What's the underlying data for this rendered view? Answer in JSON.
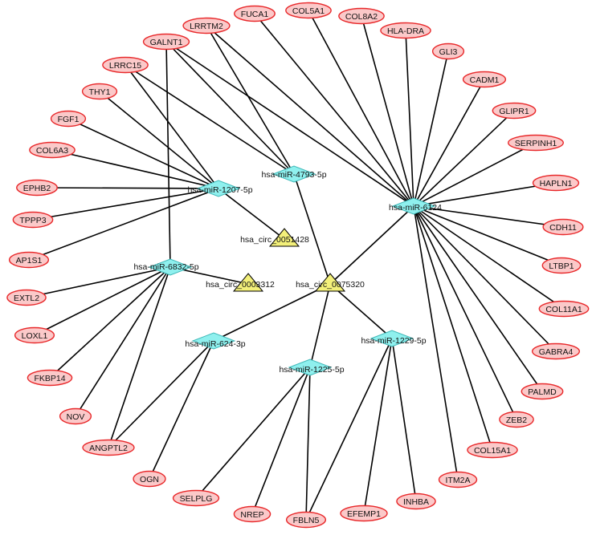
{
  "colors": {
    "gene_fill": "#fbc9c9",
    "gene_stroke": "#e8282a",
    "mirna_fill": "#8ff0ee",
    "mirna_stroke": "#3fb8b8",
    "circ_fill": "#f3f07a",
    "circ_stroke": "#000000",
    "edge": "#000000"
  },
  "node_shapes": {
    "gene": "ellipse",
    "mirna": "diamond",
    "circrna": "triangle"
  },
  "nodes": [
    {
      "id": "c75320",
      "type": "circrna",
      "label": "hsa_circ_0075320"
    },
    {
      "id": "c51428",
      "type": "circrna",
      "label": "hsa_circ_0051428"
    },
    {
      "id": "c03312",
      "type": "circrna",
      "label": "hsa_circ_0003312"
    },
    {
      "id": "m4793",
      "type": "mirna",
      "label": "hsa-miR-4793-5p"
    },
    {
      "id": "m1207",
      "type": "mirna",
      "label": "hsa-miR-1207-5p"
    },
    {
      "id": "m6124",
      "type": "mirna",
      "label": "hsa-miR-6124"
    },
    {
      "id": "m6832",
      "type": "mirna",
      "label": "hsa-miR-6832-5p"
    },
    {
      "id": "m624",
      "type": "mirna",
      "label": "hsa-miR-624-3p"
    },
    {
      "id": "m1225",
      "type": "mirna",
      "label": "hsa-miR-1225-5p"
    },
    {
      "id": "m1229",
      "type": "mirna",
      "label": "hsa-miR-1229-5p"
    },
    {
      "id": "FUCA1",
      "type": "gene",
      "label": "FUCA1"
    },
    {
      "id": "COL5A1",
      "type": "gene",
      "label": "COL5A1"
    },
    {
      "id": "COL8A2",
      "type": "gene",
      "label": "COL8A2"
    },
    {
      "id": "HLADRA",
      "type": "gene",
      "label": "HLA-DRA"
    },
    {
      "id": "GLI3",
      "type": "gene",
      "label": "GLI3"
    },
    {
      "id": "CADM1",
      "type": "gene",
      "label": "CADM1"
    },
    {
      "id": "GLIPR1",
      "type": "gene",
      "label": "GLIPR1"
    },
    {
      "id": "SERPINH1",
      "type": "gene",
      "label": "SERPINH1"
    },
    {
      "id": "HAPLN1",
      "type": "gene",
      "label": "HAPLN1"
    },
    {
      "id": "CDH11",
      "type": "gene",
      "label": "CDH11"
    },
    {
      "id": "LTBP1",
      "type": "gene",
      "label": "LTBP1"
    },
    {
      "id": "COL11A1",
      "type": "gene",
      "label": "COL11A1"
    },
    {
      "id": "GABRA4",
      "type": "gene",
      "label": "GABRA4"
    },
    {
      "id": "PALMD",
      "type": "gene",
      "label": "PALMD"
    },
    {
      "id": "ZEB2",
      "type": "gene",
      "label": "ZEB2"
    },
    {
      "id": "COL15A1",
      "type": "gene",
      "label": "COL15A1"
    },
    {
      "id": "ITM2A",
      "type": "gene",
      "label": "ITM2A"
    },
    {
      "id": "INHBA",
      "type": "gene",
      "label": "INHBA"
    },
    {
      "id": "EFEMP1",
      "type": "gene",
      "label": "EFEMP1"
    },
    {
      "id": "FBLN5",
      "type": "gene",
      "label": "FBLN5"
    },
    {
      "id": "NREP",
      "type": "gene",
      "label": "NREP"
    },
    {
      "id": "SELPLG",
      "type": "gene",
      "label": "SELPLG"
    },
    {
      "id": "OGN",
      "type": "gene",
      "label": "OGN"
    },
    {
      "id": "ANGPTL2",
      "type": "gene",
      "label": "ANGPTL2"
    },
    {
      "id": "NOV",
      "type": "gene",
      "label": "NOV"
    },
    {
      "id": "FKBP14",
      "type": "gene",
      "label": "FKBP14"
    },
    {
      "id": "LOXL1",
      "type": "gene",
      "label": "LOXL1"
    },
    {
      "id": "EXTL2",
      "type": "gene",
      "label": "EXTL2"
    },
    {
      "id": "AP1S1",
      "type": "gene",
      "label": "AP1S1"
    },
    {
      "id": "TPPP3",
      "type": "gene",
      "label": "TPPP3"
    },
    {
      "id": "EPHB2",
      "type": "gene",
      "label": "EPHB2"
    },
    {
      "id": "COL6A3",
      "type": "gene",
      "label": "COL6A3"
    },
    {
      "id": "FGF1",
      "type": "gene",
      "label": "FGF1"
    },
    {
      "id": "THY1",
      "type": "gene",
      "label": "THY1"
    },
    {
      "id": "LRRC15",
      "type": "gene",
      "label": "LRRC15"
    },
    {
      "id": "GALNT1",
      "type": "gene",
      "label": "GALNT1"
    },
    {
      "id": "LRRTM2",
      "type": "gene",
      "label": "LRRTM2"
    }
  ],
  "edges": [
    [
      "c75320",
      "m4793"
    ],
    [
      "c75320",
      "m6124"
    ],
    [
      "c75320",
      "m624"
    ],
    [
      "c75320",
      "m1225"
    ],
    [
      "c75320",
      "m1229"
    ],
    [
      "c51428",
      "m1207"
    ],
    [
      "c03312",
      "m6832"
    ],
    [
      "m4793",
      "LRRTM2"
    ],
    [
      "m4793",
      "LRRC15"
    ],
    [
      "m4793",
      "GALNT1"
    ],
    [
      "m1207",
      "LRRC15"
    ],
    [
      "m1207",
      "THY1"
    ],
    [
      "m1207",
      "FGF1"
    ],
    [
      "m1207",
      "COL6A3"
    ],
    [
      "m1207",
      "EPHB2"
    ],
    [
      "m1207",
      "TPPP3"
    ],
    [
      "m1207",
      "AP1S1"
    ],
    [
      "m6832",
      "GALNT1"
    ],
    [
      "m6832",
      "EXTL2"
    ],
    [
      "m6832",
      "LOXL1"
    ],
    [
      "m6832",
      "FKBP14"
    ],
    [
      "m6832",
      "NOV"
    ],
    [
      "m6832",
      "ANGPTL2"
    ],
    [
      "m6124",
      "GALNT1"
    ],
    [
      "m6124",
      "LRRTM2"
    ],
    [
      "m6124",
      "FUCA1"
    ],
    [
      "m6124",
      "COL5A1"
    ],
    [
      "m6124",
      "COL8A2"
    ],
    [
      "m6124",
      "HLADRA"
    ],
    [
      "m6124",
      "GLI3"
    ],
    [
      "m6124",
      "CADM1"
    ],
    [
      "m6124",
      "GLIPR1"
    ],
    [
      "m6124",
      "SERPINH1"
    ],
    [
      "m6124",
      "HAPLN1"
    ],
    [
      "m6124",
      "CDH11"
    ],
    [
      "m6124",
      "LTBP1"
    ],
    [
      "m6124",
      "COL11A1"
    ],
    [
      "m6124",
      "GABRA4"
    ],
    [
      "m6124",
      "PALMD"
    ],
    [
      "m6124",
      "ZEB2"
    ],
    [
      "m6124",
      "COL15A1"
    ],
    [
      "m6124",
      "ITM2A"
    ],
    [
      "m624",
      "ANGPTL2"
    ],
    [
      "m624",
      "OGN"
    ],
    [
      "m1225",
      "SELPLG"
    ],
    [
      "m1225",
      "NREP"
    ],
    [
      "m1225",
      "FBLN5"
    ],
    [
      "m1229",
      "FBLN5"
    ],
    [
      "m1229",
      "EFEMP1"
    ],
    [
      "m1229",
      "INHBA"
    ]
  ]
}
